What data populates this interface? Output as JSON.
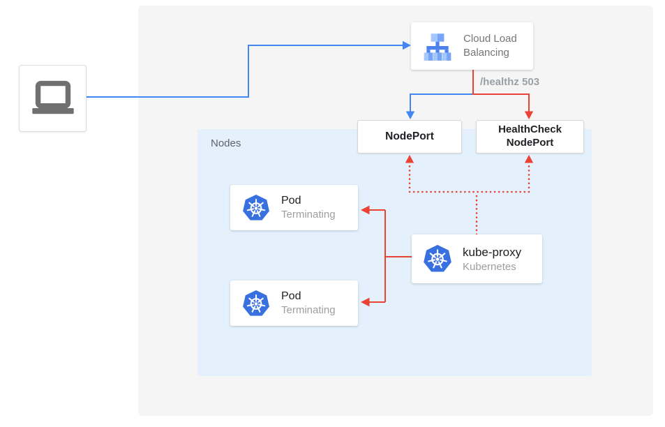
{
  "diagram": {
    "client": {
      "icon": "laptop-icon"
    },
    "cloud_load_balancing": {
      "icon": "cloud-load-balancing-icon",
      "label_line1": "Cloud Load",
      "label_line2": "Balancing"
    },
    "healthz_label": "/healthz 503",
    "nodeport": {
      "label": "NodePort"
    },
    "healthcheck_nodeport": {
      "label_line1": "HealthCheck",
      "label_line2": "NodePort"
    },
    "nodes_area": {
      "label": "Nodes"
    },
    "pods": [
      {
        "icon": "kubernetes-icon",
        "title": "Pod",
        "status": "Terminating"
      },
      {
        "icon": "kubernetes-icon",
        "title": "Pod",
        "status": "Terminating"
      }
    ],
    "kube_proxy": {
      "icon": "kubernetes-icon",
      "title": "kube-proxy",
      "subtitle": "Kubernetes"
    },
    "colors": {
      "traffic_blue": "#4285f4",
      "error_red": "#ea4335",
      "panel_gray": "#f5f5f5",
      "nodes_blue": "#e4f1fc",
      "kubernetes_blue": "#3870e0",
      "load_balancer_blue_light": "#a4c6fa",
      "load_balancer_blue_medium": "#76a4f6",
      "load_balancer_blue_dark": "#4d81ee",
      "icon_gray": "#707070"
    }
  }
}
